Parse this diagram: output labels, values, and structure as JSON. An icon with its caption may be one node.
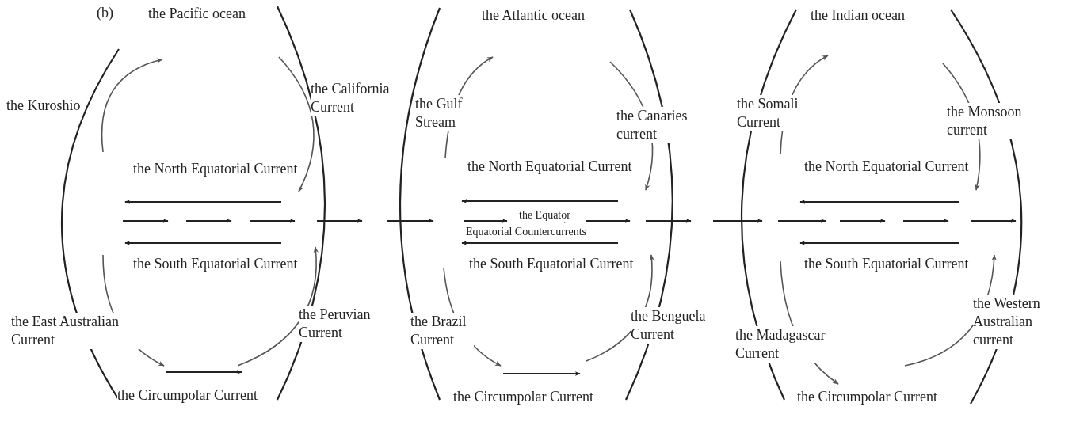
{
  "diagram": {
    "labels": [
      "(b)",
      "the Pacific ocean",
      "the Atlantic ocean",
      "the Indian ocean",
      "the California Current",
      "the Gulf Stream",
      "the Canaries current",
      "the Somali Current",
      "the Monsoon current",
      "the Kuroshio",
      "the North Equatorial Current",
      "the North Equatorial Current",
      "the North Equatorial Current",
      "the Equator",
      "Equatorial Countercurrents",
      "the South Equatorial Current",
      "the South Equatorial Current",
      "the South Equatorial Current",
      "the East Australian Current",
      "the Peruvian Current",
      "the Brazil Current",
      "the Benguela Current",
      "the Madagascar Current",
      "the Western Australian current",
      "the Circumpolar Current",
      "the Circumpolar Current",
      "the Circumpolar Current"
    ]
  }
}
